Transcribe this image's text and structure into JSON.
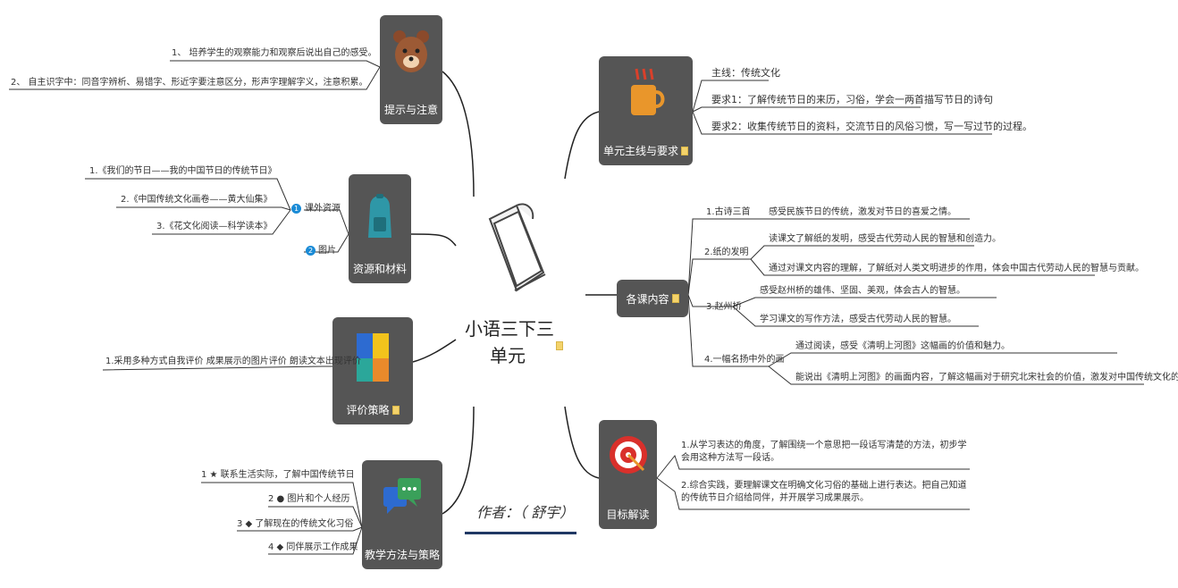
{
  "center": {
    "title_line1": "小语三下三",
    "title_line2": "单元",
    "author": "作者：（   舒宇）"
  },
  "nodes": {
    "tips": "提示与注意",
    "resources": "资源和材料",
    "evaluation": "评价策略",
    "methods": "教学方法与策略",
    "theme": "单元主线与要求",
    "content": "各课内容",
    "goals": "目标解读"
  },
  "tips": [
    "1、 培养学生的观察能力和观察后说出自己的感受。",
    "2、 自主识字中：同音字辨析、易错字、形近字要注意区分，形声字理解字义，注意积累。"
  ],
  "resources": {
    "items": [
      "1.《我们的节日——我的中国节日的传统节日》",
      "2.《中国传统文化画卷——黄大仙集》",
      "3.《花文化阅读—科学读本》"
    ],
    "group_label": "课外资源",
    "extra_label": "图片"
  },
  "evaluation": [
    "1.采用多种方式自我评价 成果展示的图片评价 朗读文本出现评价"
  ],
  "methods": [
    "1 ★ 联系生活实际，了解中国传统节日",
    "2 ● 图片和个人经历",
    "3 ◆ 了解现在的传统文化习俗",
    "4 ◆ 同伴展示工作成果"
  ],
  "theme": [
    "主线：传统文化",
    "要求1：了解传统节日的来历，习俗，学会一两首描写节日的诗句",
    "要求2：收集传统节日的资料，交流节日的风俗习惯，写一写过节的过程。"
  ],
  "content": [
    {
      "label": "1.古诗三首",
      "lines": [
        "感受民族节日的传统，激发对节日的喜爱之情。"
      ]
    },
    {
      "label": "2.纸的发明",
      "lines": [
        "读课文了解纸的发明，感受古代劳动人民的智慧和创造力。",
        "通过对课文内容的理解，了解纸对人类文明进步的作用，体会中国古代劳动人民的智慧与贡献。"
      ]
    },
    {
      "label": "3.赵州桥",
      "lines": [
        "感受赵州桥的雄伟、坚固、美观，体会古人的智慧。",
        "学习课文的写作方法，感受古代劳动人民的智慧。"
      ]
    },
    {
      "label": "4.一幅名扬中外的画",
      "lines": [
        "通过阅读，感受《清明上河图》这幅画的价值和魅力。",
        "能说出《清明上河图》的画面内容，了解这幅画对于研究北宋社会的价值，激发对中国传统文化的热爱。"
      ]
    }
  ],
  "goals": [
    "1.从学习表达的角度，了解围绕一个意思把一段话写清楚的方法，初步学会用这种方法写一段话。",
    "2.综合实践，要理解课文在明确文化习俗的基础上进行表达。把自己知道的传统节日介绍给同伴，并开展学习成果展示。"
  ],
  "colors": {
    "node_bg": "#555555",
    "line": "#222222",
    "author_underline": "#1f3864",
    "note": "#f4d36b",
    "blue": "#1a8bd6"
  }
}
